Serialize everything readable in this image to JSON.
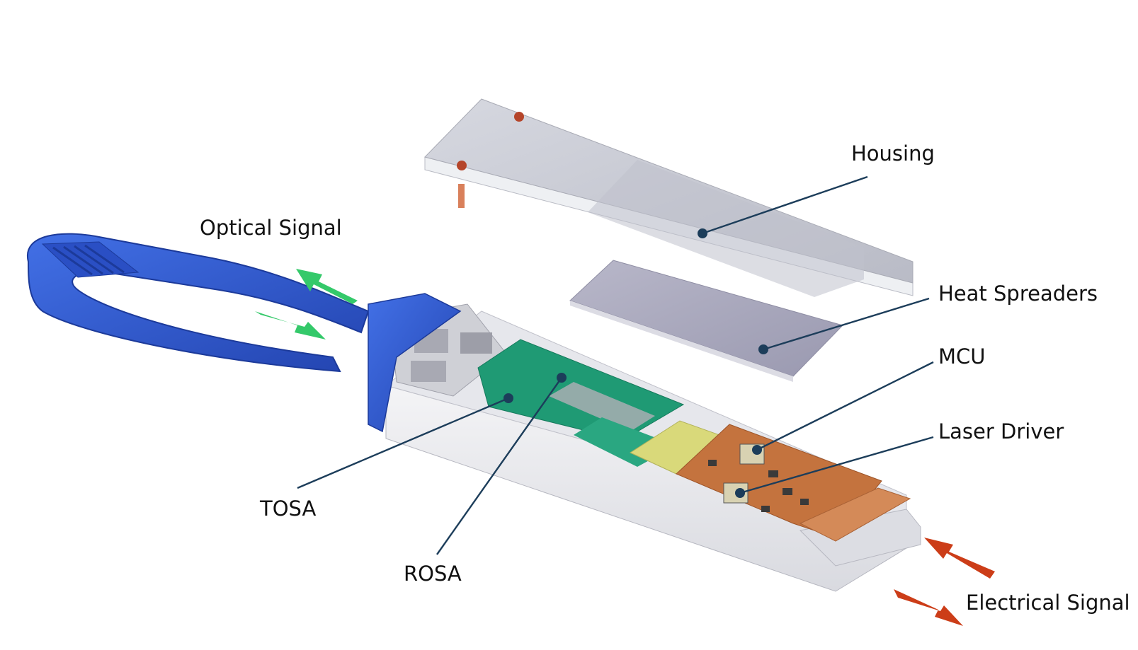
{
  "labels": {
    "housing": "Housing",
    "heat_spreaders": "Heat Spreaders",
    "mcu": "MCU",
    "laser_driver": "Laser Driver",
    "electrical_signal": "Electrical Signal",
    "optical_signal": "Optical Signal",
    "tosa": "TOSA",
    "rosa": "ROSA"
  },
  "colors": {
    "handle": "#2f56c8",
    "housing": "#c7c9d3",
    "heat_spreader": "#a9a8bd",
    "pcb_green": "#1f9a74",
    "pcb_copper": "#c4733e",
    "optical_arrow": "#34c96a",
    "electrical_arrow": "#cc3d18",
    "leader": "#1c3d5a"
  }
}
